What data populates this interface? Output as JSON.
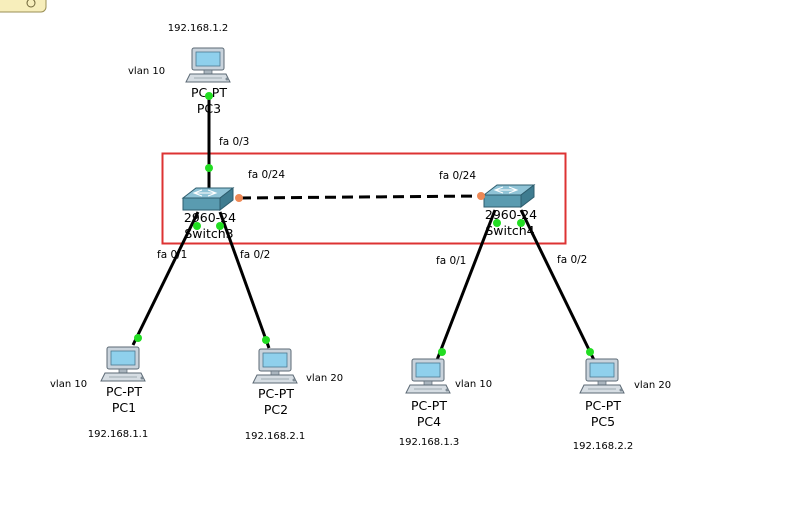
{
  "devices": {
    "pc3": {
      "model": "PC-PT",
      "name": "PC3",
      "ip": "192.168.1.2",
      "vlan": "vlan 10"
    },
    "pc1": {
      "model": "PC-PT",
      "name": "PC1",
      "ip": "192.168.1.1",
      "vlan": "vlan 10"
    },
    "pc2": {
      "model": "PC-PT",
      "name": "PC2",
      "ip": "192.168.2.1",
      "vlan": "vlan 20"
    },
    "pc4": {
      "model": "PC-PT",
      "name": "PC4",
      "ip": "192.168.1.3",
      "vlan": "vlan 10"
    },
    "pc5": {
      "model": "PC-PT",
      "name": "PC5",
      "ip": "192.168.2.2",
      "vlan": "vlan 20"
    },
    "switch3": {
      "model": "2960-24",
      "name": "Switch3"
    },
    "switch4": {
      "model": "2960-24",
      "name": "Switch4"
    }
  },
  "ports": {
    "sw3_pc3": "fa 0/3",
    "sw3_trunk": "fa 0/24",
    "sw4_trunk": "fa 0/24",
    "sw3_pc1": "fa 0/1",
    "sw3_pc2": "fa 0/2",
    "sw4_pc4": "fa 0/1",
    "sw4_pc5": "fa 0/2"
  },
  "colors": {
    "link": "#000000",
    "port_up": "#22dd22",
    "port_trunk": "#ee8855",
    "highlight_box": "#dd3333",
    "switch_body": "#5a9bb0",
    "pc_screen": "#8fd0ec"
  }
}
